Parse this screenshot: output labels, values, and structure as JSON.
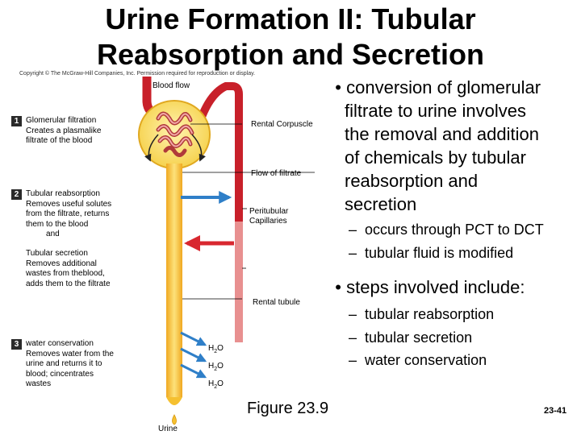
{
  "title_line1": "Urine Formation II: Tubular",
  "title_line2": "Reabsorption and Secretion",
  "copyright": "Copyright © The McGraw-Hill Companies, Inc. Permission required for reproduction or display.",
  "diagram": {
    "blood_flow": "Blood flow",
    "renal_corpuscle": "Rental Corpuscle",
    "flow_of_filtrate": "Flow of filtrate",
    "peritubular_line1": "Peritubular",
    "peritubular_line2": "Capillaries",
    "renal_tubule": "Rental tubule",
    "urine": "Urine",
    "h2o": "H",
    "h2o_sub": "2",
    "h2o_o": "O",
    "steps": [
      {
        "number": "1",
        "lines": [
          "Glomerular filtration",
          "Creates a plasmalike",
          "filtrate of the blood"
        ]
      },
      {
        "number": "2",
        "lines": [
          "Tubular reabsorption",
          "Removes useful solutes",
          "from the filtrate, returns",
          "them to the blood",
          "         and"
        ]
      },
      {
        "number": "",
        "lines": [
          "Tubular secretion",
          "Removes additional",
          "wastes from theblood,",
          "adds them to the filtrate"
        ]
      },
      {
        "number": "3",
        "lines": [
          "water conservation",
          "Removes water from the",
          "urine and returns it to",
          "blood; cincentrates",
          "wastes"
        ]
      }
    ]
  },
  "bullets": {
    "b1_lines": [
      "conversion of glomerular",
      "filtrate to urine involves",
      "the removal and addition",
      "of chemicals by tubular",
      "reabsorption and",
      "secretion"
    ],
    "b1_subs": [
      "occurs through PCT to DCT",
      "tubular fluid is modified"
    ],
    "b2": "steps involved include:",
    "b2_subs": [
      "tubular reabsorption",
      "tubular secretion",
      "water conservation"
    ],
    "bullet_char": "•",
    "dash_char": "–"
  },
  "figure": "Figure 23.9",
  "page_number": "23-41",
  "colors": {
    "artery_red": "#c8202a",
    "capillary_pink": "#e89090",
    "tubule_yellow": "#f5c030",
    "tubule_light": "#fde27a",
    "glomerulus_fill": "#fde88a",
    "water_blue": "#2f7fc8",
    "secretion_red": "#d8272f"
  }
}
